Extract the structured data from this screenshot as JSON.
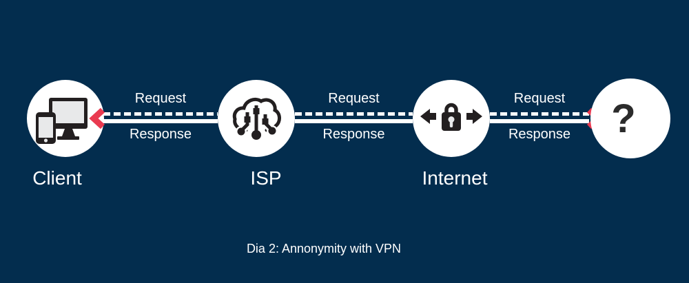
{
  "nodes": [
    {
      "id": "client",
      "label": "Client",
      "icon": "devices-icon"
    },
    {
      "id": "isp",
      "label": "ISP",
      "icon": "cloud-network-icon"
    },
    {
      "id": "internet",
      "label": "Internet",
      "icon": "lock-arrows-icon"
    },
    {
      "id": "unknown",
      "label": "",
      "icon": "question-mark-icon",
      "glyph": "?"
    }
  ],
  "connections": [
    {
      "from": "client",
      "to": "isp",
      "request_label": "Request",
      "response_label": "Response",
      "chevron": "left"
    },
    {
      "from": "isp",
      "to": "internet",
      "request_label": "Request",
      "response_label": "Response",
      "chevron": "none"
    },
    {
      "from": "internet",
      "to": "unknown",
      "request_label": "Request",
      "response_label": "Response",
      "chevron": "right"
    }
  ],
  "caption": {
    "text": "Dia 2: Annonymity with VPN"
  },
  "colors": {
    "background": "#032d4e",
    "node_fill": "#ffffff",
    "line": "#ffffff",
    "text": "#ffffff",
    "icon_dark": "#231f20",
    "screen_light": "#e8e9ea",
    "chevron_red": "#e93a50",
    "question_mark": "#2b2b2b"
  }
}
